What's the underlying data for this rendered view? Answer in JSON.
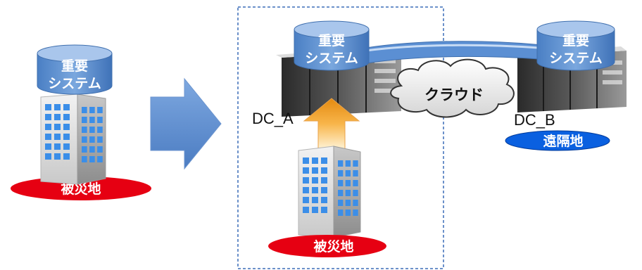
{
  "labels": {
    "system_left": [
      "重要",
      "システム"
    ],
    "system_dc_a": [
      "重要",
      "システム"
    ],
    "system_dc_b": [
      "重要",
      "システム"
    ],
    "disaster_left": "被災地",
    "disaster_center": "被災地",
    "cloud": "クラウド",
    "dc_a": "DC_A",
    "dc_b": "DC_B",
    "remote": "遠隔地"
  },
  "colors": {
    "cylinder_top": "#9fc0e8",
    "cylinder_body": "#5b8fd3",
    "disaster_oval": "#e60012",
    "remote_oval": "#0a60e0",
    "arrow_right": "#5b8fd3",
    "arrow_up": "#f39a1e",
    "dashed_border": "#3c6db8"
  },
  "icons": {
    "building": "office-building-icon",
    "server": "server-rack-icon",
    "cloud": "cloud-icon"
  }
}
